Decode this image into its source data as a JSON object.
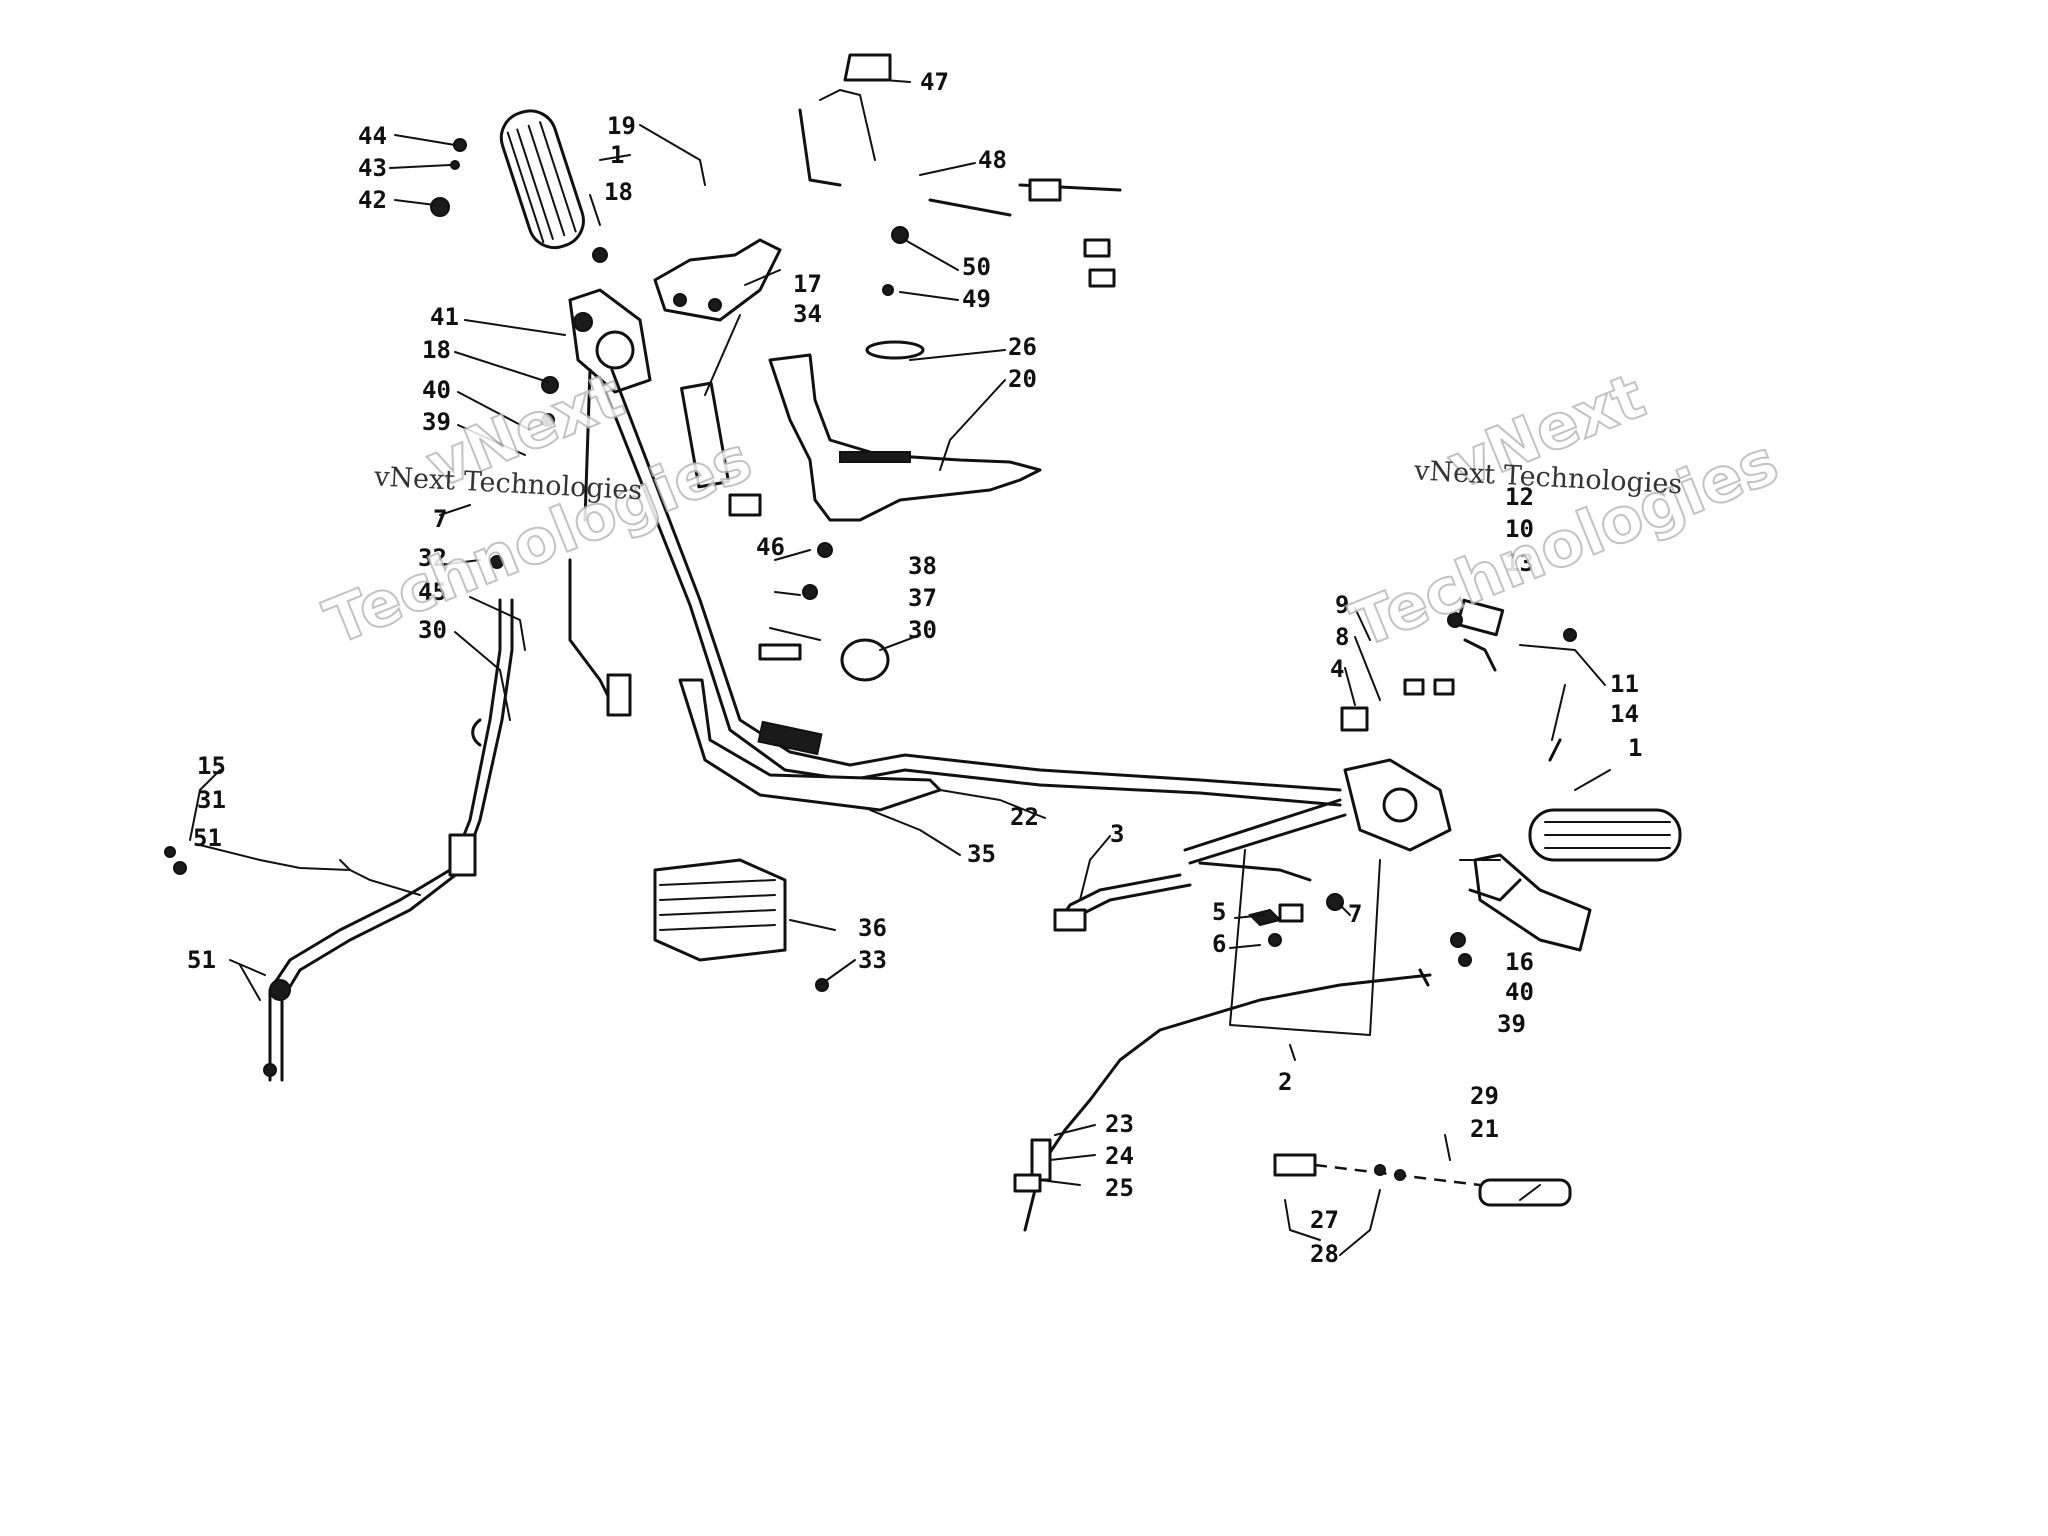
{
  "labels": [
    "1",
    "2",
    "3",
    "4",
    "5",
    "6",
    "7",
    "8",
    "9",
    "10",
    "11",
    "12",
    "13",
    "14",
    "15",
    "16",
    "17",
    "18",
    "19",
    "20",
    "21",
    "22",
    "23",
    "24",
    "25",
    "26",
    "27",
    "28",
    "29",
    "30",
    "31",
    "32",
    "33",
    "34",
    "35",
    "36",
    "37",
    "38",
    "39",
    "40",
    "41",
    "42",
    "43",
    "44",
    "45",
    "46",
    "47",
    "48",
    "49",
    "50",
    "51"
  ],
  "watermark": {
    "small_text": "vNext Technologies",
    "big_line1": "vNext",
    "big_line2": "Technologies"
  },
  "colors": {
    "ink": "#111111",
    "background": "#ffffff",
    "watermark_outline": "#b8b8b8"
  }
}
